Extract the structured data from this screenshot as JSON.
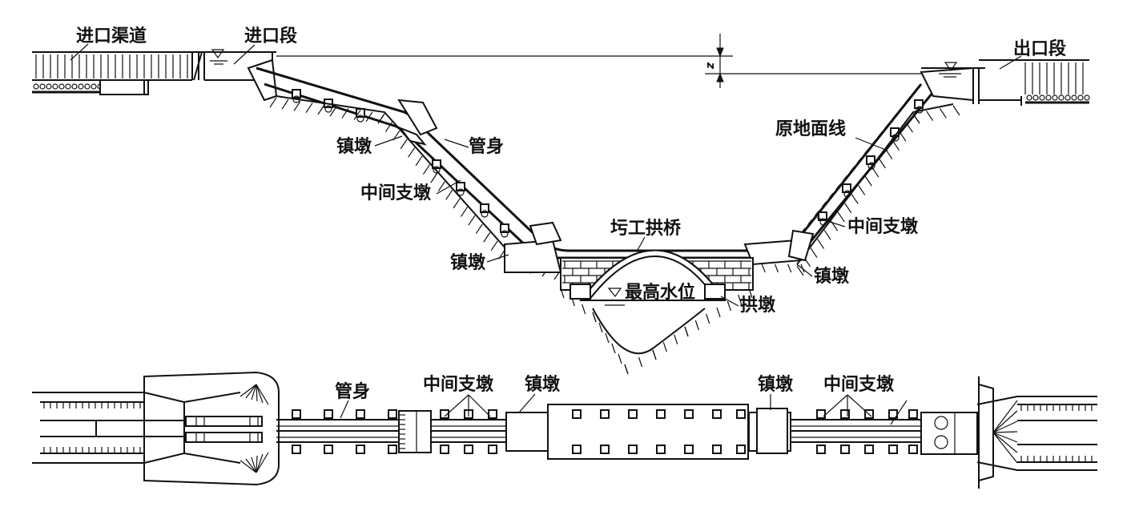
{
  "profile": {
    "inlet_channel": "进口渠道",
    "inlet_section": "进口段",
    "outlet_section": "出口段",
    "anchor_block_upper_left": "镇墩",
    "pipe_body": "管身",
    "intermediate_pier_left": "中间支墩",
    "anchor_block_lower_left": "镇墩",
    "masonry_arch_bridge": "圬工拱桥",
    "highest_water_level": "最高水位",
    "original_ground_line": "原地面线",
    "intermediate_pier_right": "中间支墩",
    "anchor_block_lower_right": "镇墩",
    "arch_abutment": "拱墩",
    "head_loss_symbol": "z"
  },
  "plan": {
    "pipe_body": "管身",
    "intermediate_pier_left": "中间支墩",
    "anchor_block_left": "镇墩",
    "anchor_block_right": "镇墩",
    "intermediate_pier_right": "中间支墩"
  }
}
